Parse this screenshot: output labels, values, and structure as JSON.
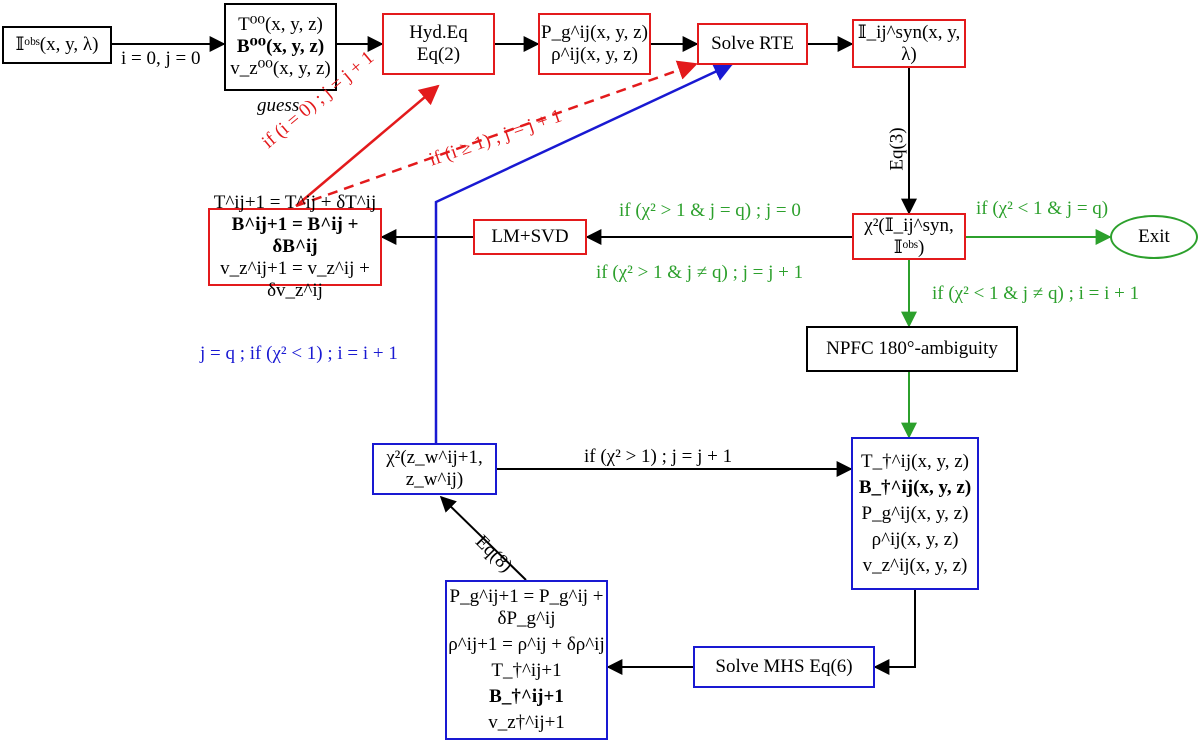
{
  "colors": {
    "black": "#000000",
    "red": "#e31a1c",
    "blue": "#1919d2",
    "green": "#2ca02c"
  },
  "boxes": {
    "obs": "𝕀ᵒᵇˢ(x, y, λ)",
    "guess": {
      "l1": "T⁰⁰(x, y, z)",
      "l2": "B⁰⁰(x, y, z)",
      "l3": "v_z⁰⁰(x, y, z)",
      "caption": "guess"
    },
    "hyd": {
      "l1": "Hyd.Eq",
      "l2": "Eq(2)"
    },
    "pg": {
      "l1": "P_g^ij(x, y, z)",
      "l2": "ρ^ij(x, y, z)"
    },
    "rte": "Solve RTE",
    "syn": "𝕀_ij^syn(x, y, λ)",
    "chi2": "χ²(𝕀_ij^syn, 𝕀ᵒᵇˢ)",
    "exit": "Exit",
    "lmsvd": "LM+SVD",
    "update": {
      "l1": "T^ij+1 = T^ij + δT^ij",
      "l2": "B^ij+1 = B^ij + δB^ij",
      "l3": "v_z^ij+1 = v_z^ij + δv_z^ij"
    },
    "npfc": "NPFC 180°-ambiguity",
    "dagger": {
      "l1": "T_†^ij(x, y, z)",
      "l2": "B_†^ij(x, y, z)",
      "l3": "P_g^ij(x, y, z)",
      "l4": "ρ^ij(x, y, z)",
      "l5": "v_z^ij(x, y, z)"
    },
    "chiz": "χ²(z_w^ij+1, z_w^ij)",
    "mhs": "Solve MHS  Eq(6)",
    "mhsupdate": {
      "l1": "P_g^ij+1 = P_g^ij + δP_g^ij",
      "l2": "ρ^ij+1 = ρ^ij + δρ^ij",
      "l3": "T_†^ij+1",
      "l4": "B_†^ij+1",
      "l5": "v_z†^ij+1"
    }
  },
  "labels": {
    "init": "i = 0, j = 0",
    "eq3": "Eq(3)",
    "red_solid": "if (i = 0) ; j = j + 1",
    "red_dashed": "if (i ≥ 1) ; j = j + 1",
    "green_top": "if (χ² > 1 & j = q) ; j = 0",
    "green_bottom": "if (χ² > 1 & j ≠ q) ; j = j + 1",
    "green_exit": "if (χ² < 1 & j = q)",
    "green_down": "if (χ² < 1 & j ≠ q) ; i = i + 1",
    "blue": "j = q ; if (χ² < 1) ; i = i + 1",
    "chiz_to_dagger": "if (χ² > 1) ; j = j + 1",
    "eq8": "Eq(8)"
  }
}
